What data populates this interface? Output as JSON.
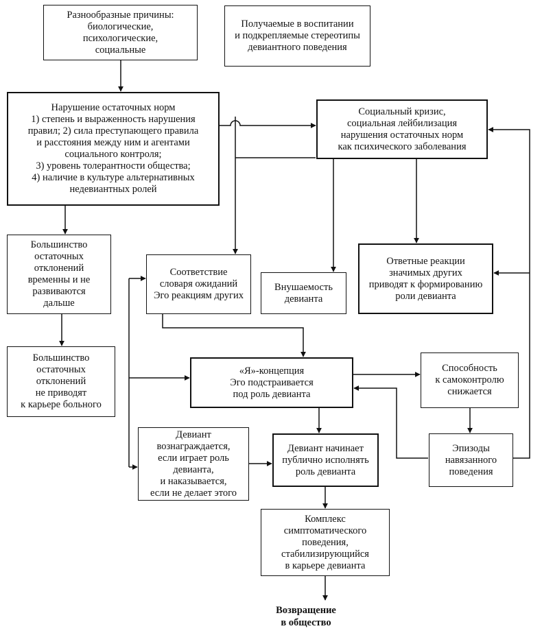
{
  "diagram": {
    "nodes": [
      {
        "id": "causes",
        "lines": [
          "Разнообразные причины:",
          "биологические,",
          "психологические,",
          "социальные"
        ]
      },
      {
        "id": "stereotypes",
        "lines": [
          "Получаемые в воспитании",
          "и подкрепляемые стереотипы",
          "девиантного поведения"
        ]
      },
      {
        "id": "violation",
        "lines": [
          "Нарушение остаточных норм",
          "1) степень и выраженность нарушения",
          "правил; 2) сила преступающего правила",
          "и расстояния между ним и агентами",
          "социального контроля;",
          "3) уровень толерантности общества;",
          "4) наличие в культуре альтернативных",
          "недевиантных ролей"
        ]
      },
      {
        "id": "crisis",
        "lines": [
          "Социальный кризис,",
          "социальная лейбилизация",
          "нарушения остаточных норм",
          "как психического заболевания"
        ]
      },
      {
        "id": "temporary",
        "lines": [
          "Большинство",
          "остаточных",
          "отклонений",
          "временны и не",
          "развиваются",
          "дальше"
        ]
      },
      {
        "id": "conformity",
        "lines": [
          "Соответствие",
          "словаря ожиданий",
          "Эго реакциям других"
        ]
      },
      {
        "id": "suggest",
        "lines": [
          "Внушаемость",
          "девианта"
        ]
      },
      {
        "id": "reactions",
        "lines": [
          "Ответные реакции",
          "значимых других",
          "приводят к формированию",
          "роли девианта"
        ]
      },
      {
        "id": "no-career",
        "lines": [
          "Большинство",
          "остаточных",
          "отклонений",
          "не приводят",
          "к карьере больного"
        ]
      },
      {
        "id": "self",
        "lines": [
          "«Я»-концепция",
          "Эго подстраивается",
          "под роль девианта"
        ]
      },
      {
        "id": "selfcontrol",
        "lines": [
          "Способность",
          "к самоконтролю",
          "снижается"
        ]
      },
      {
        "id": "rewarded",
        "lines": [
          "Девиант",
          "вознаграждается,",
          "если играет роль",
          "девианта,",
          "и наказывается,",
          "если не делает этого"
        ]
      },
      {
        "id": "public",
        "lines": [
          "Девиант начинает",
          "публично исполнять",
          "роль девианта"
        ]
      },
      {
        "id": "episodes",
        "lines": [
          "Эпизоды",
          "навязанного",
          "поведения"
        ]
      },
      {
        "id": "complex",
        "lines": [
          "Комплекс",
          "симптоматического",
          "поведения,",
          "стабилизирующийся",
          "в карьере девианта"
        ]
      }
    ],
    "final_label": [
      "Возвращение",
      "в общество"
    ]
  }
}
